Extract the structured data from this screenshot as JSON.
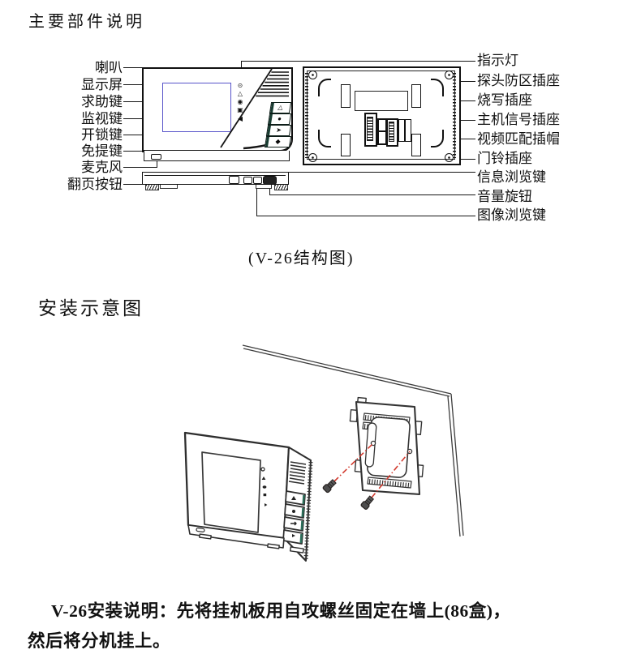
{
  "page": {
    "title": "主要部件说明",
    "caption": "(V-26结构图)",
    "section2_title": "安装示意图",
    "note_line1": "V-26安装说明：先将挂机板用自攻螺丝固定在墙上(86盒)，",
    "note_line2": "然后将分机挂上。"
  },
  "front_labels": [
    "喇叭",
    "显示屏",
    "求助键",
    "监视键",
    "开锁键",
    "免提键",
    "麦克风",
    "翻页按钮"
  ],
  "back_labels": [
    "指示灯",
    "探头防区插座",
    "烧写插座",
    "主机信号插座",
    "视频匹配插帽",
    "门铃插座",
    "信息浏览键",
    "音量旋钮",
    "图像浏览键"
  ],
  "icons": {
    "power-indicator": "⊙",
    "bell-indicator": "△",
    "eye-indicator": "◉",
    "message-indicator": "▣",
    "mute-indicator": "◀",
    "bell-button": "△",
    "eye-button": "●",
    "key-button": "➤",
    "speaker-button": "◆"
  },
  "colors": {
    "screen_outline": "#5753c9",
    "accent_green": "#2c6e5a",
    "screw_red": "#d23b2f",
    "line": "#151515"
  }
}
